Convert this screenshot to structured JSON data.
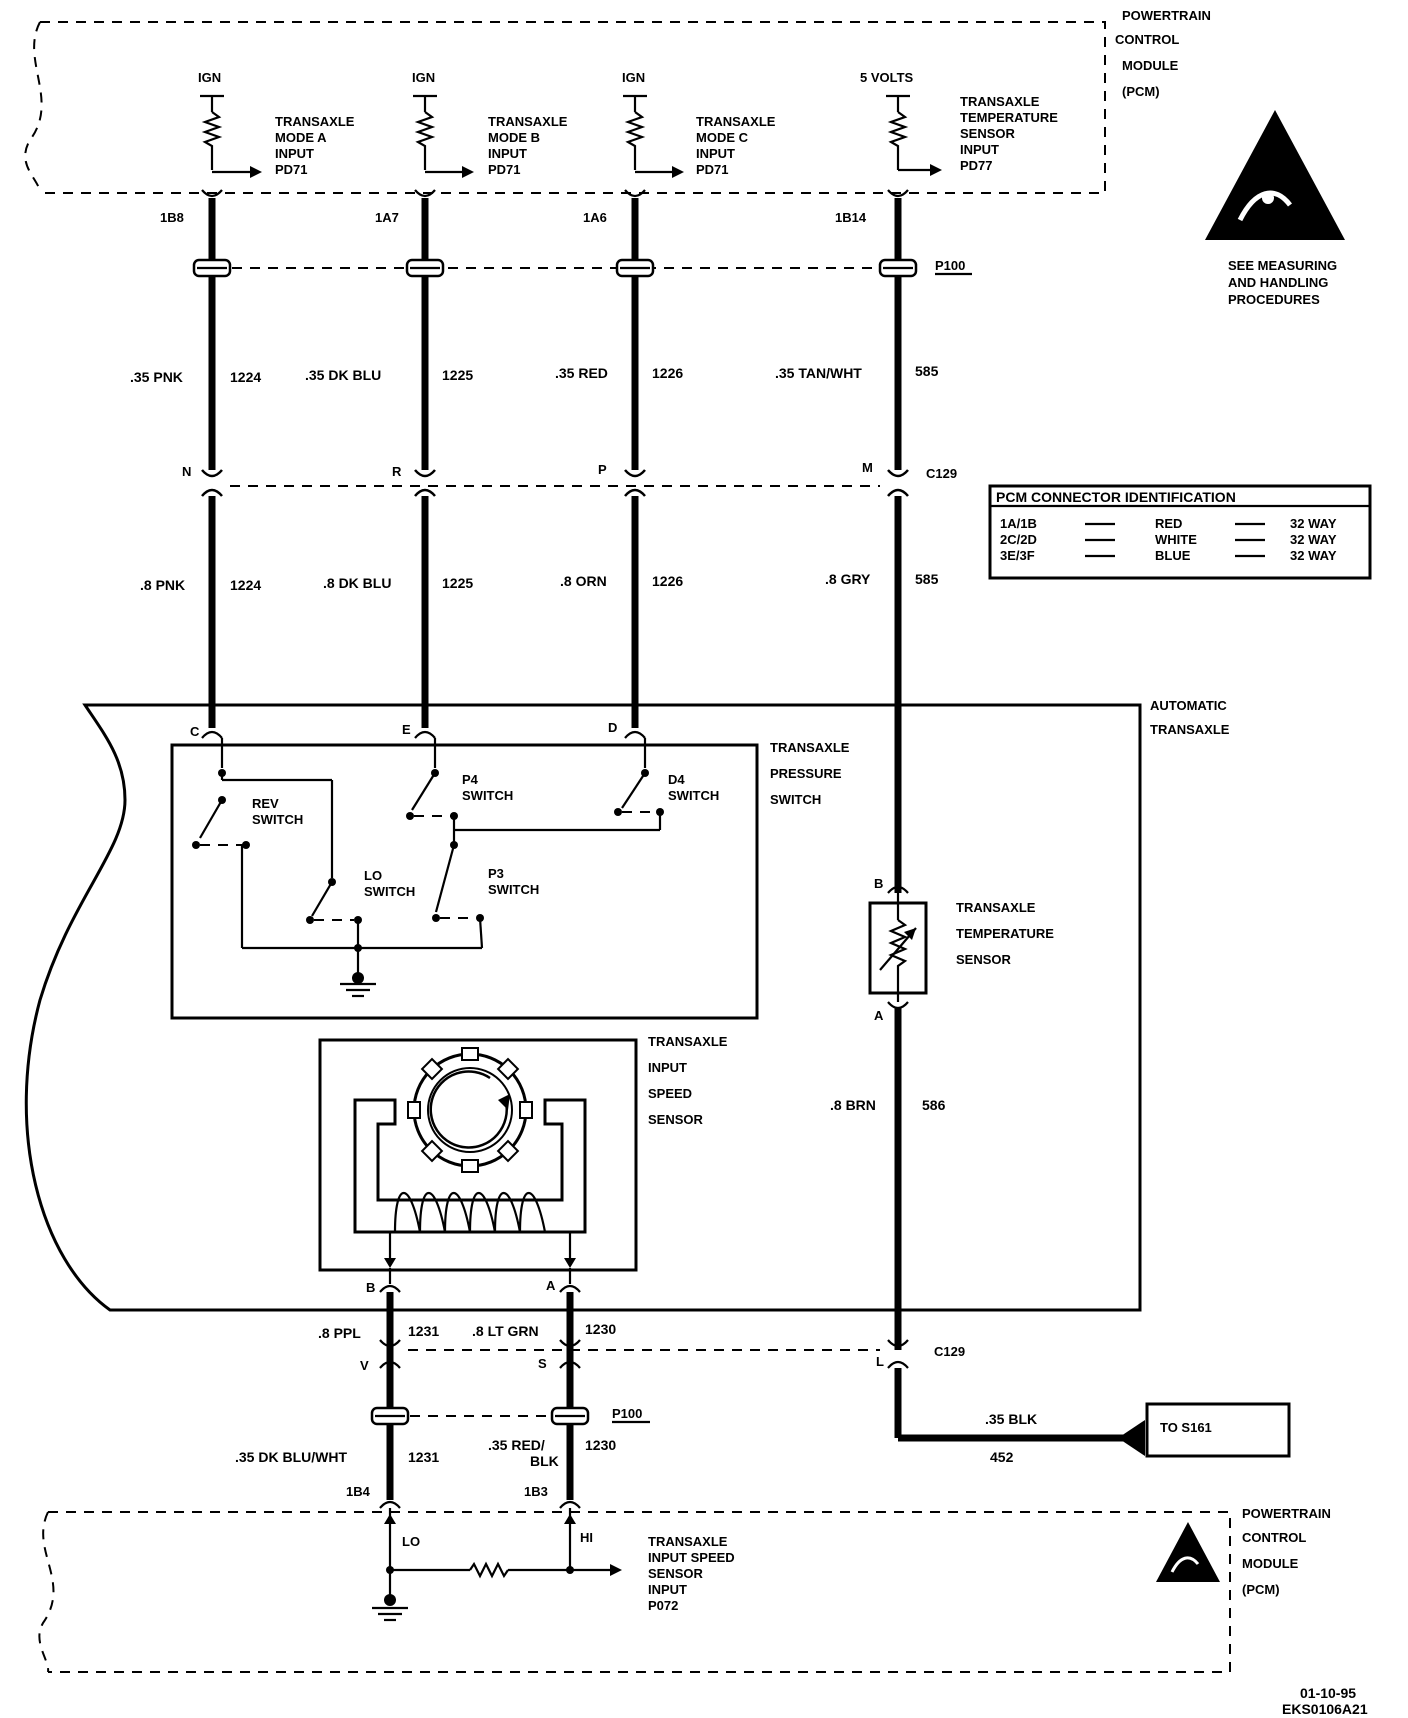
{
  "pcm_top": {
    "title_lines": [
      "POWERTRAIN",
      "CONTROL",
      "MODULE",
      "(PCM)"
    ],
    "esd_note": [
      "SEE MEASURING",
      "AND HANDLING",
      "PROCEDURES"
    ]
  },
  "circuits": [
    {
      "supply": "IGN",
      "input_lines": [
        "TRANSAXLE",
        "MODE A",
        "INPUT",
        "PD71"
      ],
      "pin": "1B8",
      "upper_wire": ".35 PNK",
      "circuit": "1224",
      "c129_pin": "N",
      "lower_wire": ".8 PNK",
      "trans_pin": "C"
    },
    {
      "supply": "IGN",
      "input_lines": [
        "TRANSAXLE",
        "MODE B",
        "INPUT",
        "PD71"
      ],
      "pin": "1A7",
      "upper_wire": ".35 DK BLU",
      "circuit": "1225",
      "c129_pin": "R",
      "lower_wire": ".8 DK BLU",
      "trans_pin": "E"
    },
    {
      "supply": "IGN",
      "input_lines": [
        "TRANSAXLE",
        "MODE C",
        "INPUT",
        "PD71"
      ],
      "pin": "1A6",
      "upper_wire": ".35 RED",
      "circuit": "1226",
      "c129_pin": "P",
      "lower_wire": ".8 ORN",
      "trans_pin": "D"
    },
    {
      "supply": "5 VOLTS",
      "input_lines": [
        "TRANSAXLE",
        "TEMPERATURE",
        "SENSOR",
        "INPUT",
        "PD77"
      ],
      "pin": "1B14",
      "upper_wire": ".35 TAN/WHT",
      "circuit": "585",
      "c129_pin": "M",
      "lower_wire": ".8 GRY",
      "trans_pin": "B"
    }
  ],
  "connectors": {
    "p100": "P100",
    "c129": "C129"
  },
  "pcm_connector_id": {
    "title": "PCM CONNECTOR IDENTIFICATION",
    "rows": [
      {
        "pins": "1A/1B",
        "color": "RED",
        "ways": "32 WAY"
      },
      {
        "pins": "2C/2D",
        "color": "WHITE",
        "ways": "32 WAY"
      },
      {
        "pins": "3E/3F",
        "color": "BLUE",
        "ways": "32 WAY"
      }
    ]
  },
  "transaxle": {
    "title_lines": [
      "AUTOMATIC",
      "TRANSAXLE"
    ],
    "pressure_switch_lines": [
      "TRANSAXLE",
      "PRESSURE",
      "SWITCH"
    ],
    "switches": {
      "rev": [
        "REV",
        "SWITCH"
      ],
      "p4": [
        "P4",
        "SWITCH"
      ],
      "d4": [
        "D4",
        "SWITCH"
      ],
      "lo": [
        "LO",
        "SWITCH"
      ],
      "p3": [
        "P3",
        "SWITCH"
      ]
    },
    "temp_sensor_lines": [
      "TRANSAXLE",
      "TEMPERATURE",
      "SENSOR"
    ],
    "temp_pin_a": "A",
    "temp_wire": ".8 BRN",
    "temp_circuit": "586",
    "speed_sensor_lines": [
      "TRANSAXLE",
      "INPUT",
      "SPEED",
      "SENSOR"
    ],
    "speed_pin_b": "B",
    "speed_pin_a": "A"
  },
  "speed_circuits": [
    {
      "upper_wire": ".8 PPL",
      "circuit": "1231",
      "c129_pin": "V",
      "lower_wire": ".35 DK BLU/WHT",
      "pcm_pin": "1B4",
      "side": "LO"
    },
    {
      "upper_wire": ".8 LT GRN",
      "circuit": "1230",
      "c129_pin": "S",
      "lower_wire_lines": [
        ".35 RED/",
        "BLK"
      ],
      "pcm_pin": "1B3",
      "side": "HI"
    }
  ],
  "ground": {
    "c129_pin": "L",
    "wire": ".35 BLK",
    "circuit": "452",
    "to": "TO S161"
  },
  "pcm_bottom": {
    "title_lines": [
      "POWERTRAIN",
      "CONTROL",
      "MODULE",
      "(PCM)"
    ],
    "input_lines": [
      "TRANSAXLE",
      "INPUT SPEED",
      "SENSOR",
      "INPUT",
      "P072"
    ]
  },
  "footer": {
    "date": "01-10-95",
    "code": "EKS0106A21"
  }
}
